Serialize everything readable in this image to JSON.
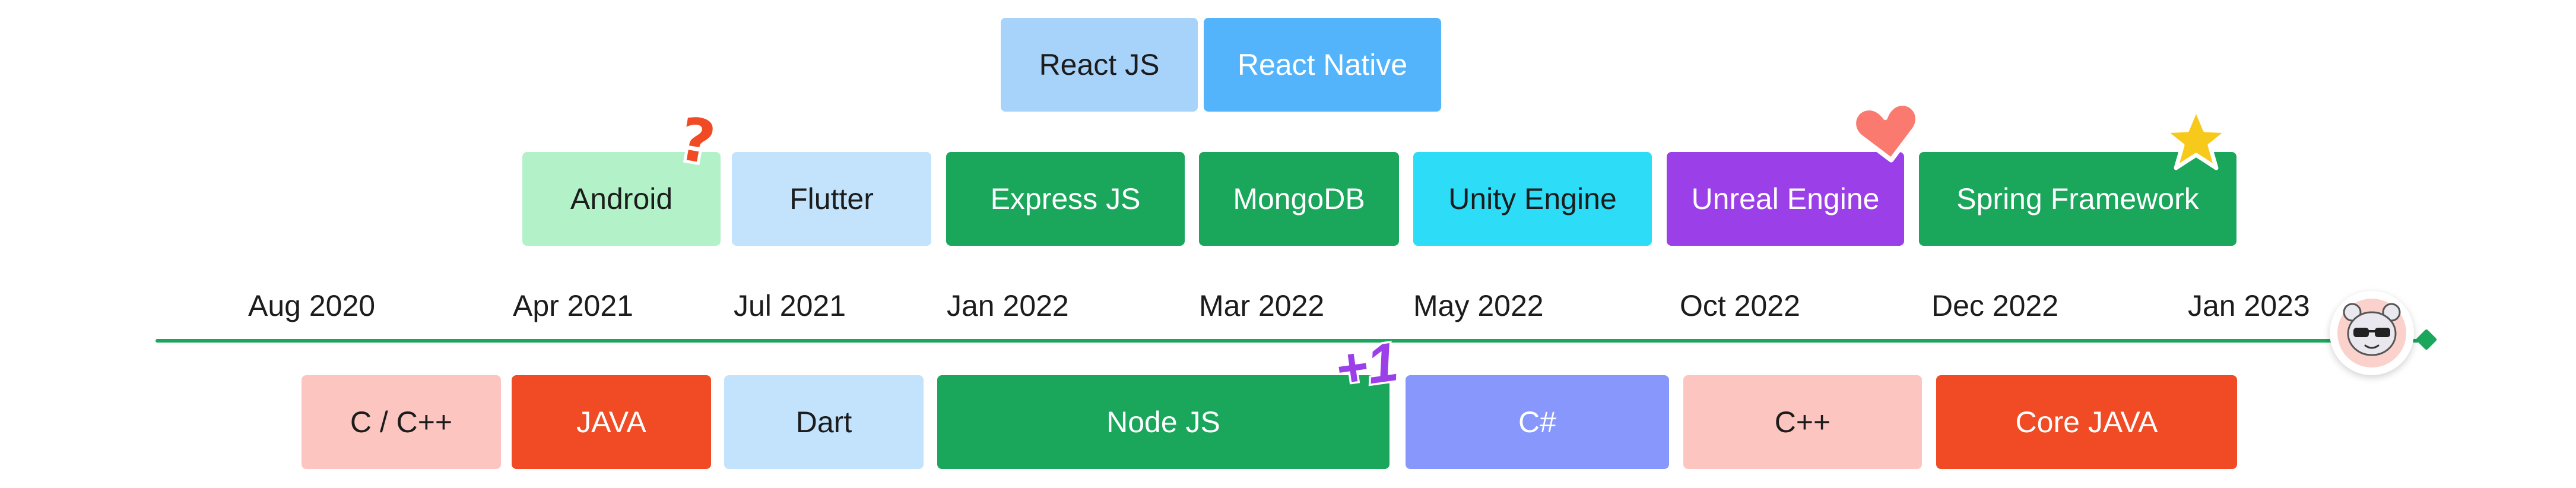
{
  "top_row": [
    {
      "label": "React JS",
      "bg": "#a7d3fb",
      "color": "#1c1c1c"
    },
    {
      "label": "React Native",
      "bg": "#54b4fb",
      "color": "#ffffff"
    }
  ],
  "middle_row": [
    {
      "label": "Android",
      "bg": "#b3f2c9",
      "color": "#1c1c1c"
    },
    {
      "label": "Flutter",
      "bg": "#c2e3fb",
      "color": "#1c1c1c"
    },
    {
      "label": "Express JS",
      "bg": "#1aa65b",
      "color": "#ffffff"
    },
    {
      "label": "MongoDB",
      "bg": "#1aa65b",
      "color": "#ffffff"
    },
    {
      "label": "Unity Engine",
      "bg": "#2ddcf7",
      "color": "#1c1c1c"
    },
    {
      "label": "Unreal Engine",
      "bg": "#9b3fe8",
      "color": "#ffffff"
    },
    {
      "label": "Spring Framework",
      "bg": "#1aa65b",
      "color": "#ffffff"
    }
  ],
  "dates": [
    "Aug 2020",
    "Apr 2021",
    "Jul 2021",
    "Jan 2022",
    "Mar 2022",
    "May 2022",
    "Oct 2022",
    "Dec 2022",
    "Jan 2023"
  ],
  "bottom_row": [
    {
      "label": "C / C++",
      "bg": "#fcc5bf",
      "color": "#1c1c1c"
    },
    {
      "label": "JAVA",
      "bg": "#f04b24",
      "color": "#ffffff"
    },
    {
      "label": "Dart",
      "bg": "#c2e3fb",
      "color": "#1c1c1c"
    },
    {
      "label": "Node JS",
      "bg": "#1aa65b",
      "color": "#ffffff"
    },
    {
      "label": "C#",
      "bg": "#8797fb",
      "color": "#ffffff"
    },
    {
      "label": "C++",
      "bg": "#fcc5bf",
      "color": "#1c1c1c"
    },
    {
      "label": "Core JAVA",
      "bg": "#f04b24",
      "color": "#ffffff"
    }
  ],
  "badges": {
    "android": "question-mark-sticker",
    "node_js": "+1",
    "unreal_engine": "heart-sticker",
    "spring_framework": "star-sticker",
    "timeline_end": "avatar-with-sunglasses"
  },
  "accent": "#1aa65b"
}
